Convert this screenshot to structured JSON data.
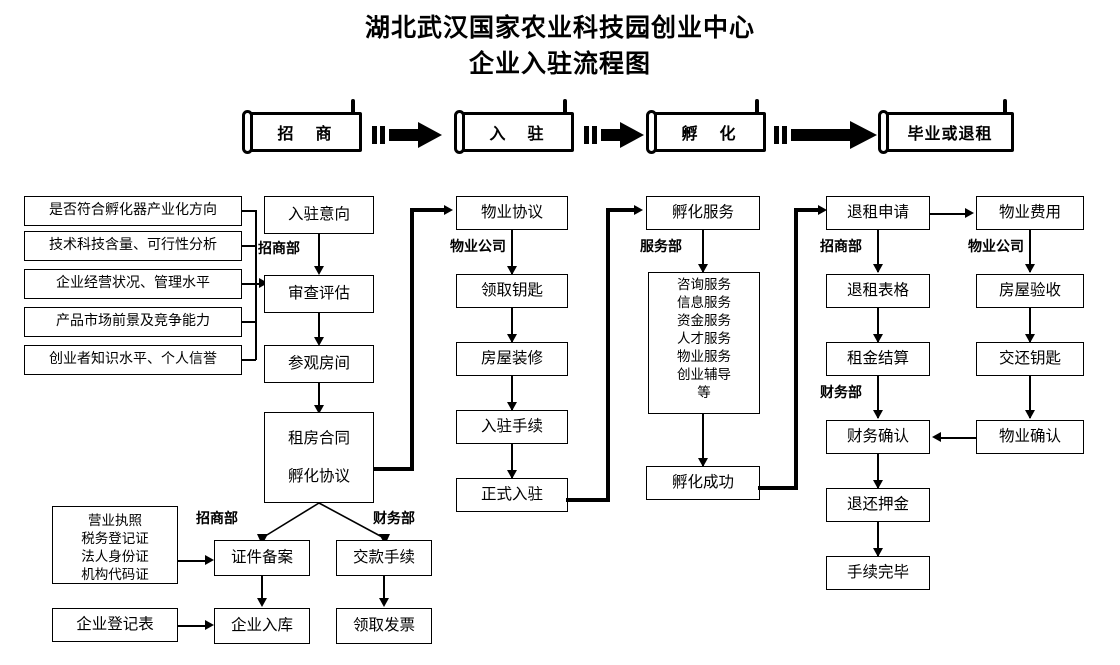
{
  "title": {
    "line1": "湖北武汉国家农业科技园创业中心",
    "line2": "企业入驻流程图"
  },
  "stages": [
    {
      "label": "招　商"
    },
    {
      "label": "入　驻"
    },
    {
      "label": "孵　化"
    },
    {
      "label": "毕业或退租"
    }
  ],
  "criteria": [
    "是否符合孵化器产业化方向",
    "技术科技含量、可行性分析",
    "企业经营状况、管理水平",
    "产品市场前景及竞争能力",
    "创业者知识水平、个人信誉"
  ],
  "col_recruit": {
    "dept": "招商部",
    "steps": [
      "入驻意向",
      "审查评估",
      "参观房间"
    ],
    "contract_line1": "租房合同",
    "contract_line2": "孵化协议"
  },
  "col_property": {
    "dept": "物业公司",
    "steps": [
      "物业协议",
      "领取钥匙",
      "房屋装修",
      "入驻手续",
      "正式入驻"
    ]
  },
  "col_incubate": {
    "dept": "服务部",
    "head": "孵化服务",
    "services": [
      "咨询服务",
      "信息服务",
      "资金服务",
      "人才服务",
      "物业服务",
      "创业辅导",
      "等"
    ],
    "tail": "孵化成功"
  },
  "col_exit": {
    "dept_top": "招商部",
    "dept_finance": "财务部",
    "steps": [
      "退租申请",
      "退租表格",
      "租金结算",
      "财务确认",
      "退还押金",
      "手续完毕"
    ]
  },
  "col_exit_property": {
    "dept": "物业公司",
    "steps": [
      "物业费用",
      "房屋验收",
      "交还钥匙",
      "物业确认"
    ]
  },
  "bottom": {
    "dept_recruit": "招商部",
    "dept_finance": "财务部",
    "documents": [
      "营业执照",
      "税务登记证",
      "法人身份证",
      "机构代码证"
    ],
    "registration_form": "企业登记表",
    "recruit_steps": [
      "证件备案",
      "企业入库"
    ],
    "finance_steps": [
      "交款手续",
      "领取发票"
    ]
  },
  "colors": {
    "ink": "#000000",
    "paper": "#ffffff"
  }
}
